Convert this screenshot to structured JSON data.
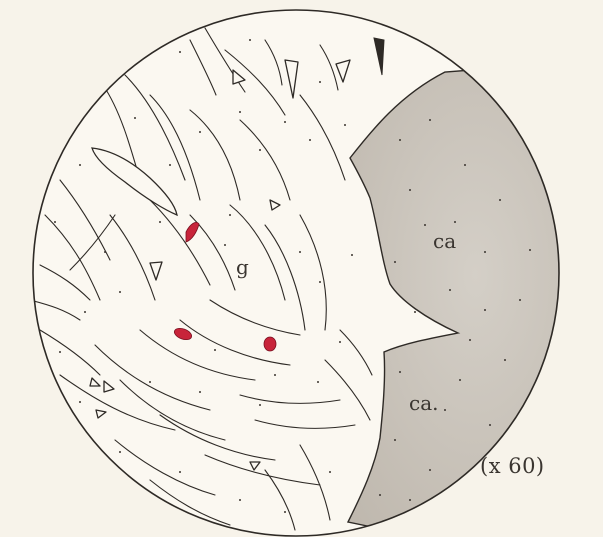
{
  "labels": {
    "grain_region": "g",
    "calcite_upper": "ca",
    "calcite_lower": "ca.",
    "magnification": "(x 60)"
  },
  "colors": {
    "paper": "#f7f3ea",
    "outline": "#2e2a26",
    "calcite_fill": "#c9c3bb",
    "red_grain": "#c8243a"
  }
}
